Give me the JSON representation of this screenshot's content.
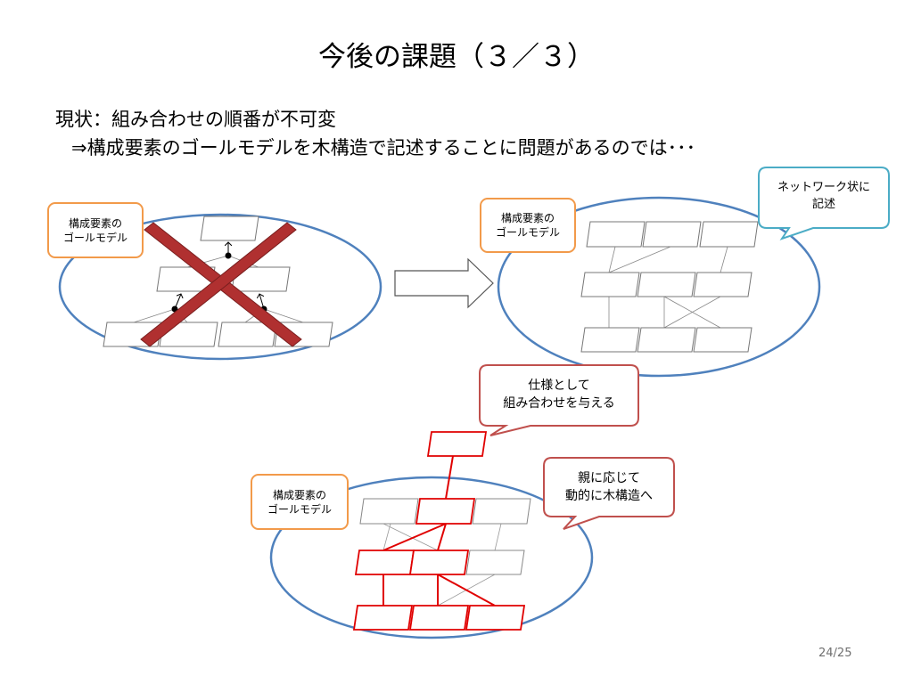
{
  "slide": {
    "title": "今後の課題（３／３）",
    "text_line1": "現状：組み合わせの順番が不可変",
    "text_line2": "⇒構成要素のゴールモデルを木構造で記述することに問題があるのでは･･･",
    "page_number": "24/25"
  },
  "labels": {
    "component_goal_model_line1": "構成要素の",
    "component_goal_model_line2": "ゴールモデル"
  },
  "callouts": {
    "network": {
      "line1": "ネットワーク状に",
      "line2": "記述"
    },
    "spec": {
      "line1": "仕様として",
      "line2": "組み合わせを与える"
    },
    "parent": {
      "line1": "親に応じて",
      "line2": "動的に木構造へ"
    }
  },
  "colors": {
    "ellipse_stroke": "#4f81bd",
    "label_border": "#f29a4a",
    "network_callout_border": "#4bacc6",
    "red_callout_border": "#c0504d",
    "cross_fill": "#a52a2a",
    "highlight": "#e00000"
  }
}
